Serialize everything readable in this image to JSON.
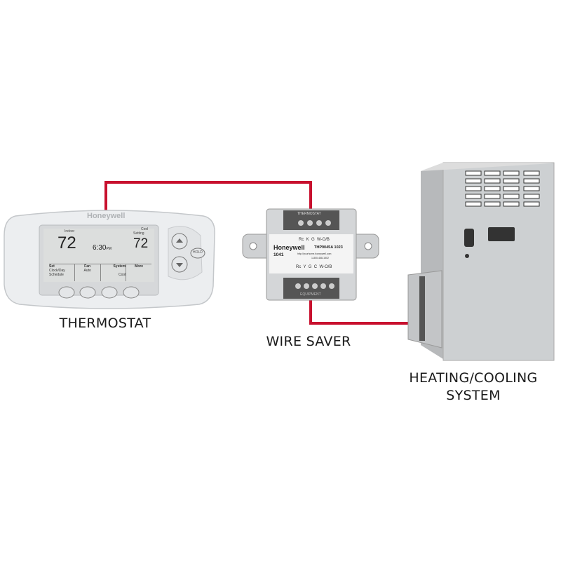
{
  "labels": {
    "thermostat": "THERMOSTAT",
    "wire_saver": "WIRE SAVER",
    "system_line1": "HEATING/COOLING",
    "system_line2": "SYSTEM"
  },
  "thermostat": {
    "brand": "Honeywell",
    "indoor_label": "Indoor",
    "indoor_temp": "72",
    "time": "6:30",
    "time_suffix": "PM",
    "cool_label": "Cool",
    "setting_label": "Setting",
    "set_temp": "72",
    "hold_label": "HOLD",
    "menu": [
      {
        "title": "Set",
        "value": "Clock/Day Schedule"
      },
      {
        "title": "Fan",
        "value": "Auto"
      },
      {
        "title": "System",
        "value": "Cool"
      },
      {
        "title": "More",
        "value": ""
      }
    ]
  },
  "wire_saver": {
    "top_terminal_label": "THERMOSTAT",
    "top_terminals": "Rc  K  G  W-O/B",
    "brand": "Honeywell",
    "model": "THP9045A 1023",
    "code": "1041",
    "url": "http://yourhome.honeywell.com",
    "phone": "1-800-468-1502",
    "bottom_terminals": "Rc  Y  G  C  W-O/B",
    "bottom_terminal_label": "EQUIPMENT"
  },
  "colors": {
    "wire": "#c8102e",
    "device": "#e6e8ea",
    "furnace": "#c9cbcd"
  }
}
